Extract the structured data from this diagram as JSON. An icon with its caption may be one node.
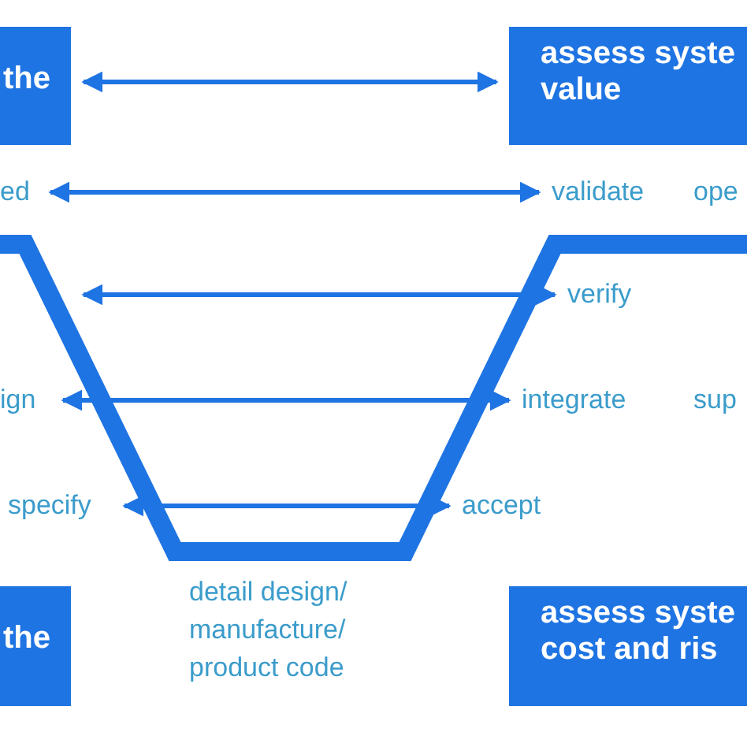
{
  "diagram": {
    "nodes": [
      {
        "text": [
          "the"
        ]
      },
      {
        "text": [
          "assess syste value"
        ]
      },
      {
        "text": [
          "ed"
        ]
      },
      {
        "text": [
          "validate"
        ]
      },
      {
        "text": [
          "verify"
        ]
      },
      {
        "text": [
          "ign"
        ]
      },
      {
        "text": [
          "integrate"
        ]
      },
      {
        "text": [
          "specify"
        ]
      },
      {
        "text": [
          "accept"
        ]
      },
      {
        "text": [
          "the"
        ]
      },
      {
        "text": [
          "assess syste cost and ris"
        ]
      }
    ],
    "edges": [
      {
        "from": 0,
        "to": 1,
        "arrow": "both"
      },
      {
        "from": 2,
        "to": 3,
        "arrow": "both"
      },
      {
        "from": null,
        "to": 4,
        "arrow": "both"
      },
      {
        "from": 5,
        "to": 6,
        "arrow": "both"
      },
      {
        "from": 7,
        "to": 8,
        "arrow": "both"
      }
    ],
    "labels": [
      "ope",
      "sup",
      "detail design/ manufacture/ product code"
    ]
  }
}
